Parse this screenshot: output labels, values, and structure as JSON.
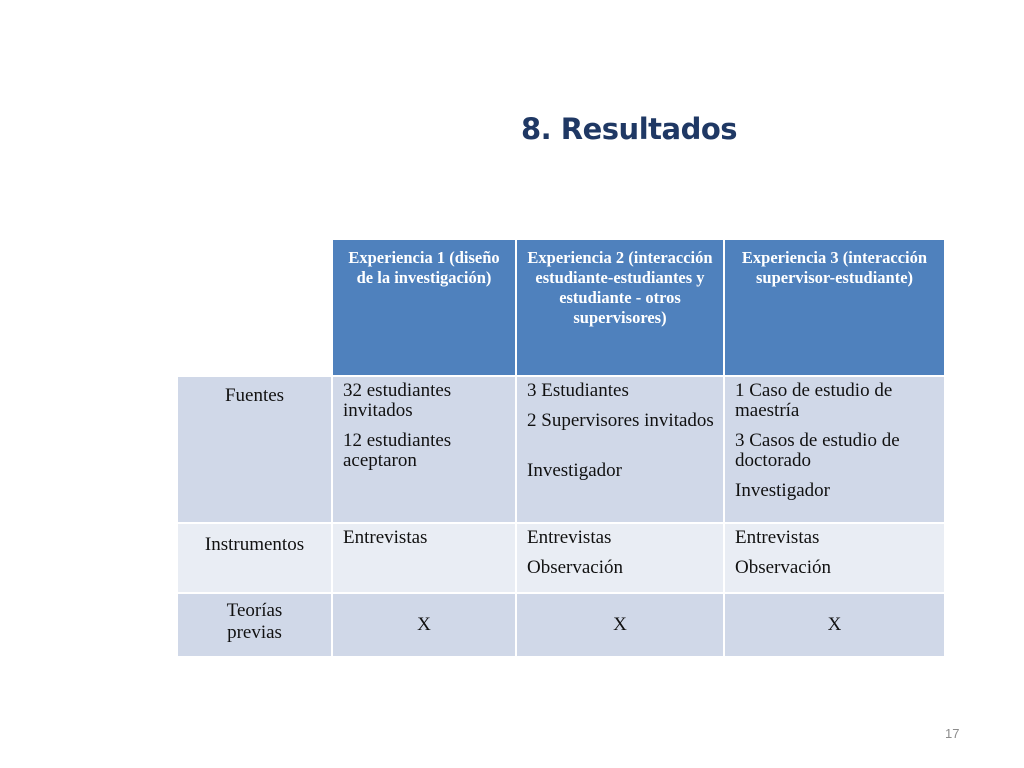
{
  "slide": {
    "title": "8. Resultados",
    "page_number": "17"
  },
  "table": {
    "columns": [
      "Experiencia 1 (diseño de la investigación)",
      "Experiencia 2 (interacción estudiante-estudiantes y estudiante - otros supervisores)",
      "Experiencia 3 (interacción supervisor-estudiante)"
    ],
    "rows": {
      "fuentes": {
        "label": "Fuentes",
        "exp1": [
          "32 estudiantes invitados",
          "12 estudiantes aceptaron"
        ],
        "exp2": [
          "3 Estudiantes",
          "2 Supervisores invitados",
          "Investigador"
        ],
        "exp3": [
          "1 Caso de estudio de maestría",
          "3 Casos de estudio de doctorado",
          "Investigador"
        ]
      },
      "instrumentos": {
        "label": "Instrumentos",
        "exp1": [
          "Entrevistas"
        ],
        "exp2": [
          "Entrevistas",
          "Observación"
        ],
        "exp3": [
          "Entrevistas",
          "Observación"
        ]
      },
      "teorias": {
        "label": "Teorías previas",
        "exp1": "X",
        "exp2": "X",
        "exp3": "X"
      }
    }
  }
}
